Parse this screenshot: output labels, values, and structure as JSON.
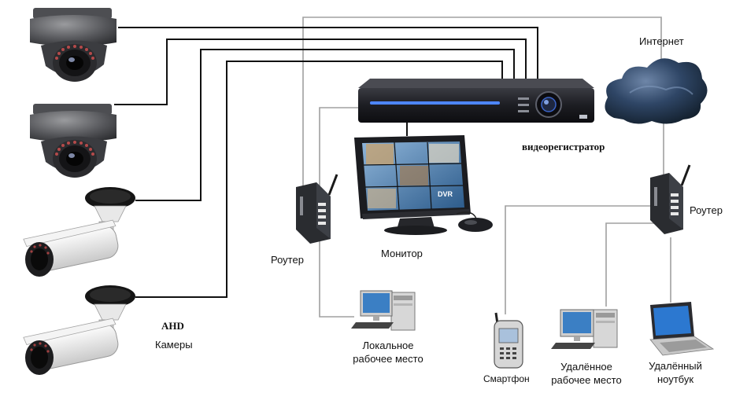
{
  "labels": {
    "internet": "Интернет",
    "dvr": "видеорегистратор",
    "router_left": "Роутер",
    "router_right": "Роутер",
    "monitor": "Монитор",
    "ahd": "AHD",
    "cameras": "Камеры",
    "local_ws_line1": "Локальное",
    "local_ws_line2": "рабочее место",
    "smartphone": "Смартфон",
    "remote_ws_line1": "Удалённое",
    "remote_ws_line2": "рабочее место",
    "remote_nb_line1": "Удалённый",
    "remote_nb_line2": "ноутбук"
  },
  "device_text": {
    "monitor_screen_tag": "DVR"
  },
  "colors": {
    "camera_wire": "#111111",
    "network_wire": "#a0a0a0",
    "dvr_body": "#1c1d22",
    "dvr_led": "#2a6cff",
    "cloud": "#22364f",
    "camera_gray": "#5a5b5e",
    "camera_white": "#eeeeee"
  }
}
